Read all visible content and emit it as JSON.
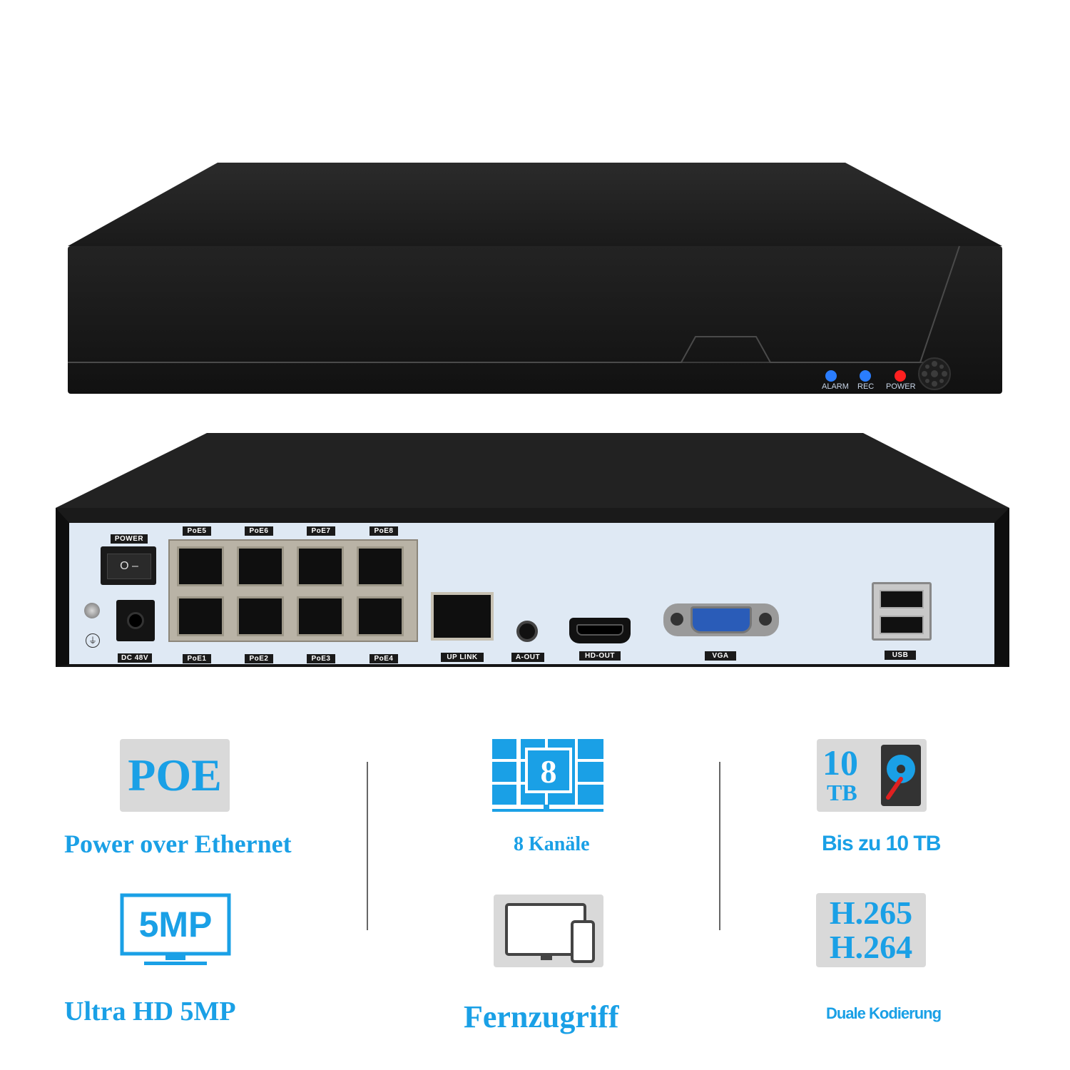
{
  "front_panel": {
    "leds": [
      {
        "label": "ALARM",
        "color": "#2a7dff"
      },
      {
        "label": "REC",
        "color": "#2a7dff"
      },
      {
        "label": "POWER",
        "color": "#ff2020"
      }
    ]
  },
  "rear_panel": {
    "power_label": "POWER",
    "power_switch_symbols": "O  –",
    "dc_label": "DC 48V",
    "poe_top": [
      "PoE5",
      "PoE6",
      "PoE7",
      "PoE8"
    ],
    "poe_bottom": [
      "PoE1",
      "PoE2",
      "PoE3",
      "PoE4"
    ],
    "uplink_label": "UP LINK",
    "aout_label": "A-OUT",
    "hdout_label": "HD-OUT",
    "vga_label": "VGA",
    "usb_label": "USB"
  },
  "features": {
    "poe": {
      "badge": "POE",
      "caption": "Power over Ethernet"
    },
    "resolution": {
      "badge": "5MP",
      "caption": "Ultra HD 5MP"
    },
    "channels": {
      "badge": "8",
      "caption": "8 Kanäle"
    },
    "remote": {
      "caption": "Fernzugriff"
    },
    "storage": {
      "badge_number": "10",
      "badge_unit": "TB",
      "caption": "Bis zu 10 TB"
    },
    "codec": {
      "line1": "H.265",
      "line2": "H.264",
      "caption": "Duale Kodierung"
    }
  },
  "colors": {
    "accent": "#1aa0e6",
    "device": "#1b1b1b",
    "panel": "#dfe9f4"
  }
}
